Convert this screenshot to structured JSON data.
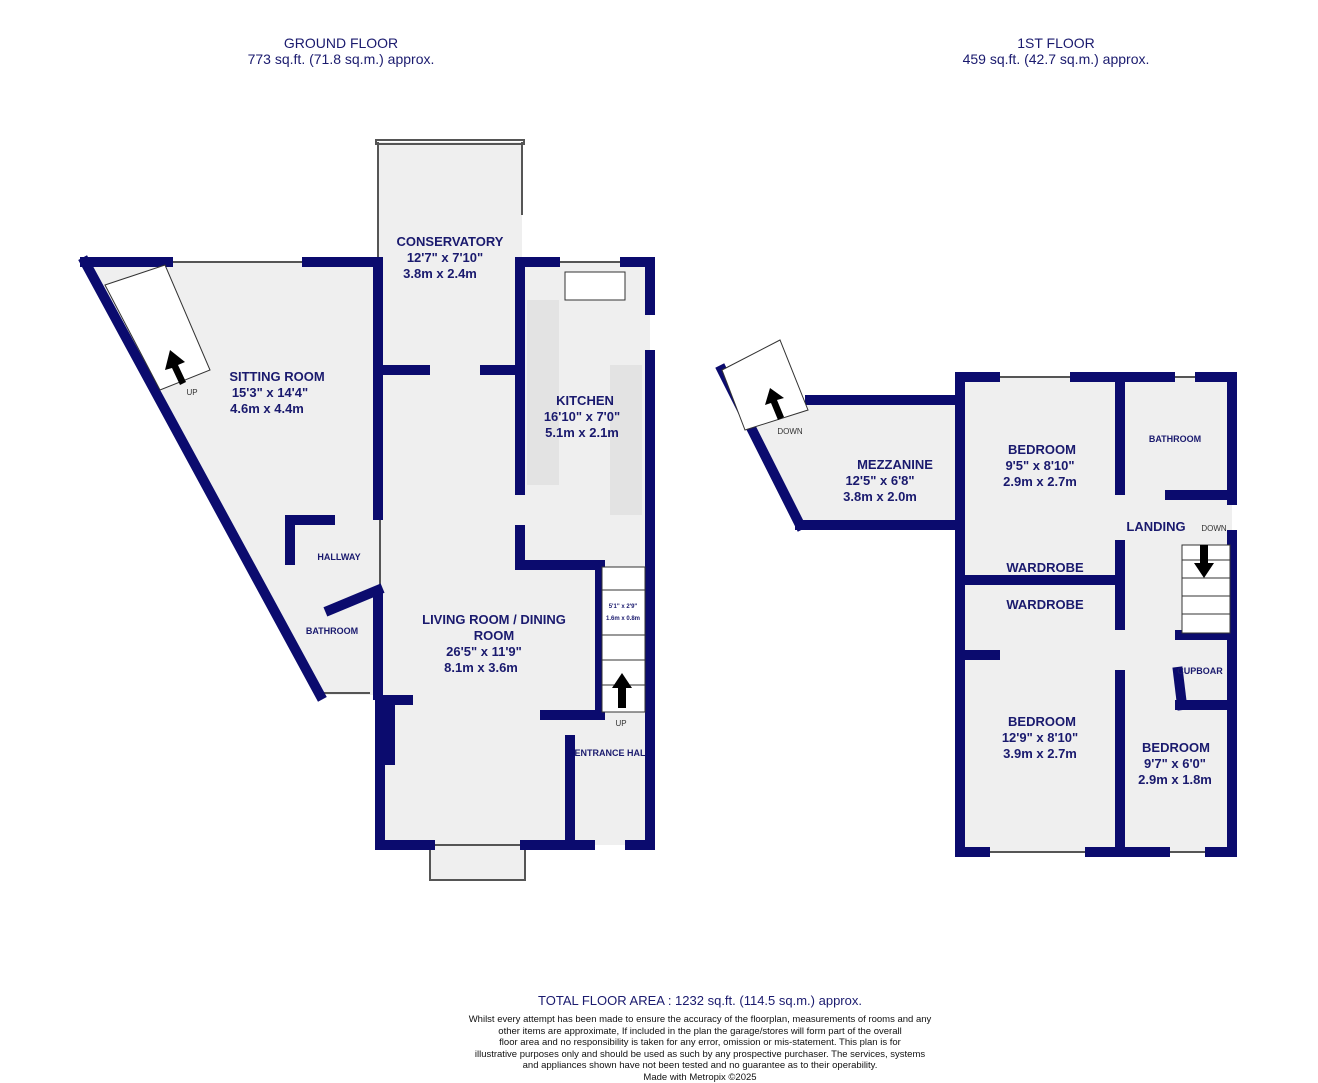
{
  "ground_floor": {
    "title": "GROUND FLOOR",
    "area": "773 sq.ft. (71.8 sq.m.) approx."
  },
  "first_floor": {
    "title": "1ST FLOOR",
    "area": "459 sq.ft. (42.7 sq.m.) approx."
  },
  "rooms": {
    "conservatory": {
      "name": "CONSERVATORY",
      "imperial": "12'7\"  x 7'10\"",
      "metric": "3.8m  x 2.4m"
    },
    "sitting": {
      "name": "SITTING ROOM",
      "imperial": "15'3\"  x 14'4\"",
      "metric": "4.6m  x 4.4m"
    },
    "kitchen": {
      "name": "KITCHEN",
      "imperial": "16'10\"  x 7'0\"",
      "metric": "5.1m  x 2.1m"
    },
    "living": {
      "name1": "LIVING ROOM / DINING",
      "name2": "ROOM",
      "imperial": "26'5\"  x 11'9\"",
      "metric": "8.1m  x 3.6m"
    },
    "hallway": {
      "name": "HALLWAY"
    },
    "bathroom_g": {
      "name": "BATHROOM"
    },
    "entrance": {
      "name": "ENTRANCE HAL"
    },
    "stairs": {
      "imperial": "5'1\"  x 2'9\"",
      "metric": "1.6m  x 0.8m",
      "up": "UP"
    },
    "sitting_up": "UP",
    "mezzanine": {
      "name": "MEZZANINE",
      "imperial": "12'5\"  x 6'8\"",
      "metric": "3.8m  x 2.0m",
      "down": "DOWN"
    },
    "bedroom1": {
      "name": "BEDROOM",
      "imperial": "9'5\"  x 8'10\"",
      "metric": "2.9m  x 2.7m"
    },
    "bathroom_f": {
      "name": "BATHROOM"
    },
    "landing": {
      "name": "LANDING",
      "down": "DOWN"
    },
    "wardrobe1": {
      "name": "WARDROBE"
    },
    "wardrobe2": {
      "name": "WARDROBE"
    },
    "cupboard": {
      "name": "CUPBOAR"
    },
    "bedroom2": {
      "name": "BEDROOM",
      "imperial": "12'9\"  x 8'10\"",
      "metric": "3.9m  x 2.7m"
    },
    "bedroom3": {
      "name": "BEDROOM",
      "imperial": "9'7\"  x 6'0\"",
      "metric": "2.9m  x 1.8m"
    }
  },
  "footer": {
    "total": "TOTAL FLOOR AREA : 1232 sq.ft. (114.5 sq.m.) approx.",
    "disclaimer": [
      "Whilst every attempt has been made to ensure the accuracy of the floorplan, measurements of rooms and any",
      "other items are approximate, If included in the plan the garage/stores will form part of the overall",
      "floor area and no responsibility is taken for any error, omission or mis-statement. This plan is for",
      "illustrative purposes only and should be used as such by any prospective purchaser. The services, systems",
      "and appliances shown have not been tested and no guarantee as to their operability."
    ],
    "made_with": "Made with Metropix ©2025"
  },
  "colors": {
    "wall": "#0b0b6e",
    "floor": "#efefef",
    "text": "#1a1a6e"
  }
}
